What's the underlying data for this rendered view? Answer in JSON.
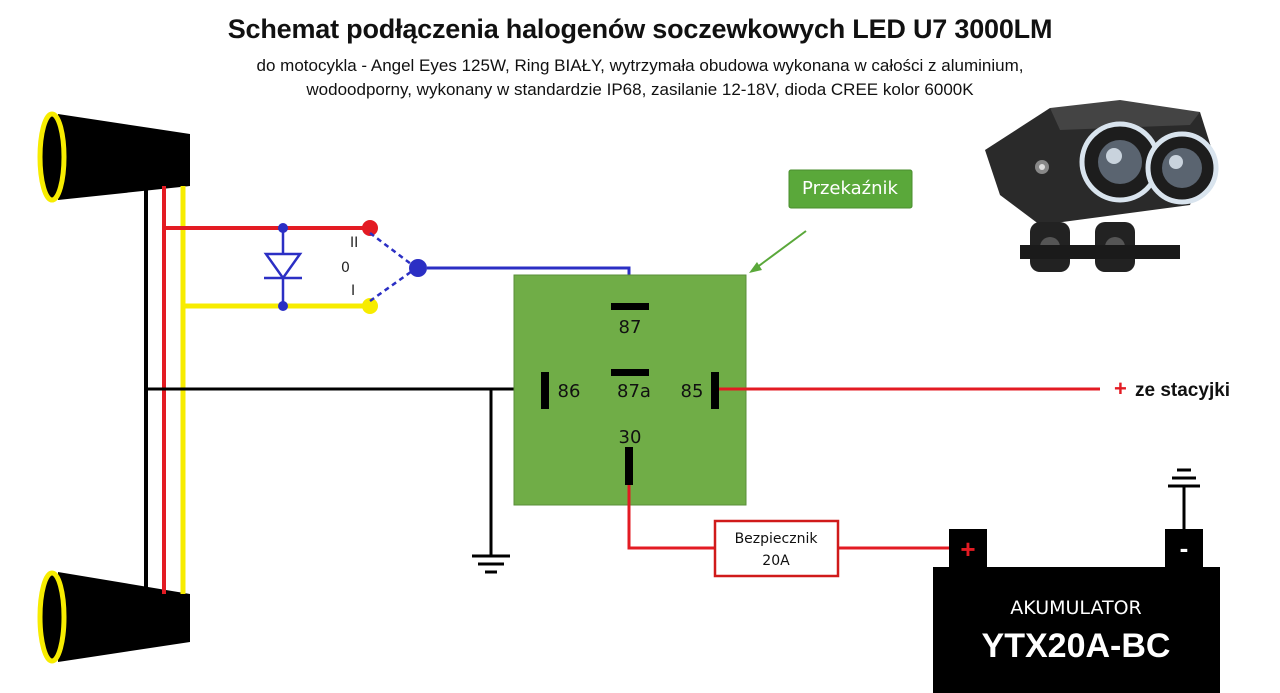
{
  "title": "Schemat podłączenia halogenów soczewkowych LED U7 3000LM",
  "subtitle_line1": "do motocykla - Angel Eyes 125W, Ring BIAŁY, wytrzymała obudowa wykonana w całości z aluminium,",
  "subtitle_line2": "wodoodporny, wykonany w standardzie IP68, zasilanie 12-18V, dioda CREE kolor 6000K",
  "relay": {
    "callout": "Przekaźnik",
    "pin_87": "87",
    "pin_87a": "87a",
    "pin_86": "86",
    "pin_85": "85",
    "pin_30": "30"
  },
  "switch": {
    "pos_2": "II",
    "pos_0": "0",
    "pos_1": "I"
  },
  "ignition": {
    "plus": "+",
    "label": "ze stacyjki"
  },
  "fuse": {
    "line1": "Bezpiecznik",
    "line2": "20A"
  },
  "battery": {
    "title": "AKUMULATOR",
    "model": "YTX20A-BC",
    "plus": "+",
    "minus": "-"
  },
  "icons": [
    "headlight-icon",
    "diode-icon",
    "ground-icon",
    "lamp-photo"
  ],
  "colors": {
    "red": "#e31b23",
    "yellow": "#f7ec00",
    "black": "#000000",
    "blue": "#2b2fc4",
    "relay_green": "#70ad47",
    "callout_green": "#5aa83a",
    "fuse_border": "#d01a1a"
  }
}
